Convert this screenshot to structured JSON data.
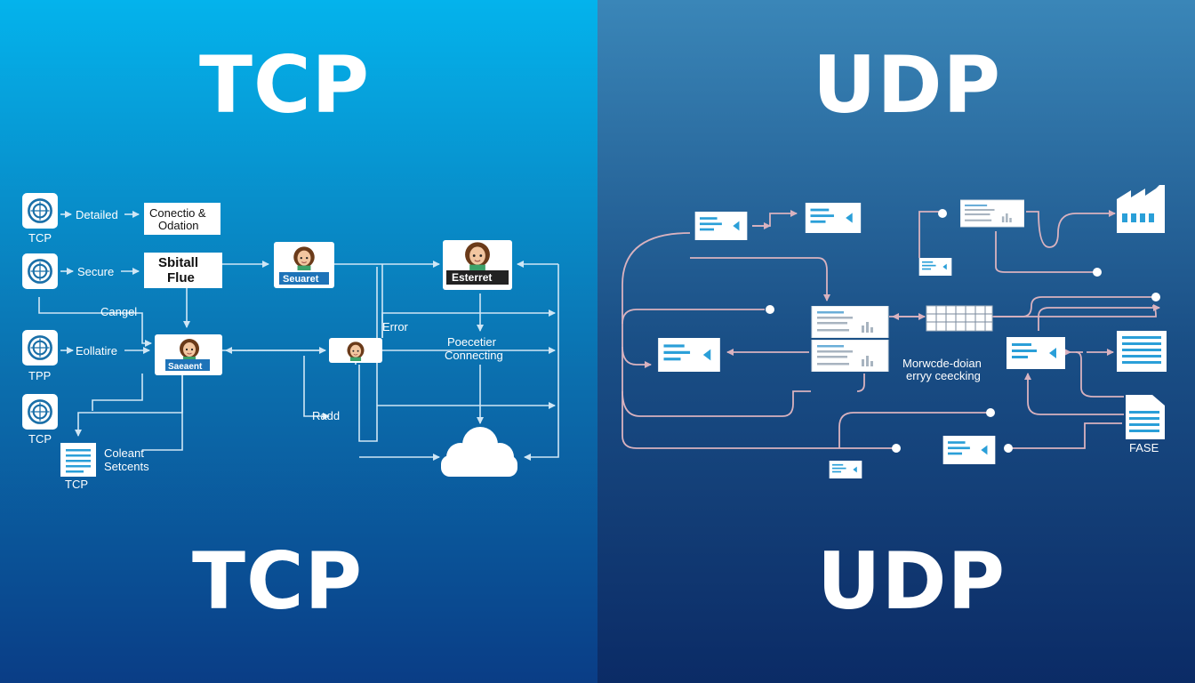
{
  "colors": {
    "left_top": "#04b3ec",
    "left_bottom": "#0a3d86",
    "right_top": "#3a86b8",
    "right_bottom": "#0b2b66",
    "tcp_line": "#cfe6f5",
    "udp_line": "#d9b2bf",
    "doc_blue": "#2a9fd8"
  },
  "tcp": {
    "title_top": "TCP",
    "title_bottom": "TCP",
    "icon_labels": [
      "TCP",
      "TPP",
      "TCP",
      "TCP"
    ],
    "labels": {
      "detailed": "Detailed",
      "secure": "Secure",
      "cangel": "Cangel",
      "eollatire": "Eollatire",
      "coleant": "Coleant",
      "setcents": "Setcents",
      "error": "Error",
      "radd": "Radd",
      "poecetier": "Poecetier",
      "connecting": "Connecting"
    },
    "boxes": {
      "connectio_l1": "Conectio &",
      "connectio_l2": "Odation",
      "sbitall_l1": "Sbitall",
      "sbitall_l2": "Flue",
      "person1_tag": "Seuaret",
      "person2_tag": "Esterret",
      "person3_tag": "Saeaent"
    }
  },
  "udp": {
    "title_top": "UDP",
    "title_bottom": "UDP",
    "labels": {
      "morwcde_l1": "Morwcde-doian",
      "morwcde_l2": "erryy ceecking",
      "fase": "FASE"
    }
  }
}
